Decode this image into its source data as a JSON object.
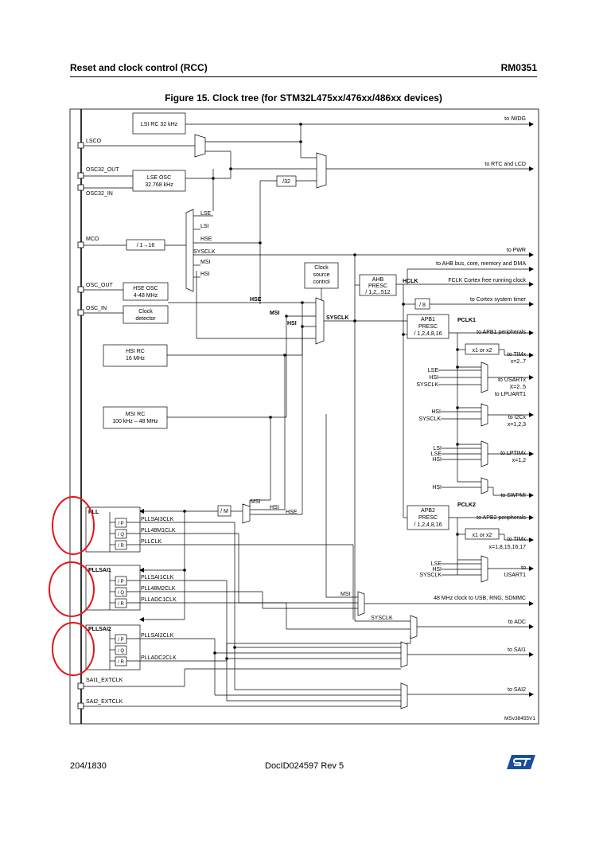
{
  "header": {
    "left": "Reset and clock control (RCC)",
    "right": "RM0351"
  },
  "figure_title": "Figure 15. Clock tree (for STM32L475xx/476xx/486xx devices)",
  "footer": {
    "page": "204/1830",
    "doc": "DocID024597 Rev 5"
  },
  "logo": {
    "name": "st-logo-icon",
    "color": "#1a4f9c"
  },
  "annotation_color": "#e4141b",
  "diagram": {
    "pins": [
      "LSCO",
      "OSC32_OUT",
      "OSC32_IN",
      "MCO",
      "OSC_OUT",
      "OSC_IN",
      "SAI1_EXTCLK",
      "SAI2_EXTCLK"
    ],
    "blocks": {
      "lsi": "LSI RC 32 kHz",
      "lse_l1": "LSE OSC",
      "lse_l2": "32.768 kHz",
      "mco_div": "/ 1→16",
      "hse_l1": "HSE OSC",
      "hse_l2": "4-48 MHz",
      "clkdet_l1": "Clock",
      "clkdet_l2": "detector",
      "hsi_l1": "HSI RC",
      "hsi_l2": "16 MHz",
      "msi_l1": "MSI RC",
      "msi_l2": "100 kHz – 48 MHz",
      "div32": "/32",
      "css_l1": "Clock",
      "css_l2": "source",
      "css_l3": "control",
      "ahb_l1": "AHB",
      "ahb_l2": "PRESC",
      "ahb_l3": "/ 1,2,..512",
      "div8": "/ 8",
      "apb1_l1": "APB1",
      "apb1_l2": "PRESC",
      "apb1_l3": "/ 1,2,4,8,16",
      "apb2_l1": "APB2",
      "apb2_l2": "PRESC",
      "apb2_l3": "/ 1,2,4,8,16",
      "x12a": "x1 or x2",
      "x12b": "x1 or x2",
      "divm": "/ M",
      "pll": "PLL",
      "pllsai1": "PLLSAI1",
      "pllsai2": "PLLSAI2",
      "p": "/ P",
      "q": "/ Q",
      "r": "/ R"
    },
    "signals": {
      "lse": "LSE",
      "lsi": "LSI",
      "hse": "HSE",
      "sysclk": "SYSCLK",
      "msi": "MSI",
      "hsi": "HSI",
      "hse_b": "HSE",
      "msi_b": "MSI",
      "hsi_b": "HSI",
      "sysclk_b": "SYSCLK",
      "hclk": "HCLK",
      "pclk1": "PCLK1",
      "pclk2": "PCLK2",
      "pllsai3clk": "PLLSAI3CLK",
      "pll48m1clk": "PLL48M1CLK",
      "pllclk": "PLLCLK",
      "pllsai1clk": "PLLSAI1CLK",
      "pll48m2clk": "PLL48M2CLK",
      "plladc1clk": "PLLADC1CLK",
      "pllsai2clk": "PLLSAI2CLK",
      "plladc2clk": "PLLADC2CLK",
      "msi_pll": "MSI",
      "hsi_pll": "HSI",
      "hse_pll": "HSE",
      "msi_usb": "MSI",
      "sysclk_adc": "SYSCLK"
    },
    "mux_inputs": {
      "usart": [
        "LSE",
        "HSI",
        "SYSCLK"
      ],
      "i2c": [
        "HSI",
        "SYSCLK"
      ],
      "lptim": [
        "LSI",
        "LSE",
        "HSI"
      ],
      "swpmi": [
        "HSI"
      ],
      "usart1": [
        "LSE",
        "HSI",
        "SYSCLK"
      ]
    },
    "outputs": {
      "iwdg": "to IWDG",
      "rtc": "to RTC and LCD",
      "pwr": "to PWR",
      "ahb": "to AHB bus, core, memory and DMA",
      "fclk": "FCLK Cortex free running clock",
      "systick": "to Cortex system timer",
      "apb1p": "to APB1 peripherals",
      "timx1_l1": "to TIMx",
      "timx1_l2": "x=2..7",
      "usart_l1": "to USARTx",
      "usart_l2": "X=2..5",
      "usart_l3": "to LPUART1",
      "i2c_l1": "to I2Cx",
      "i2c_l2": "x=1,2,3",
      "lptim_l1": "to LPTIMx",
      "lptim_l2": "x=1,2",
      "swpmi": "to SWPMI",
      "apb2p": "to APB2 peripherals",
      "timx2_l1": "to TIMx",
      "timx2_l2": "x=1,8,15,16,17",
      "usart1_l1": "to",
      "usart1_l2": "USART1",
      "usb": "48 MHz clock to USB, RNG, SDMMC",
      "adc": "to ADC",
      "sai1": "to SAI1",
      "sai2": "to SAI2"
    },
    "ref": "MSv38455V1"
  }
}
